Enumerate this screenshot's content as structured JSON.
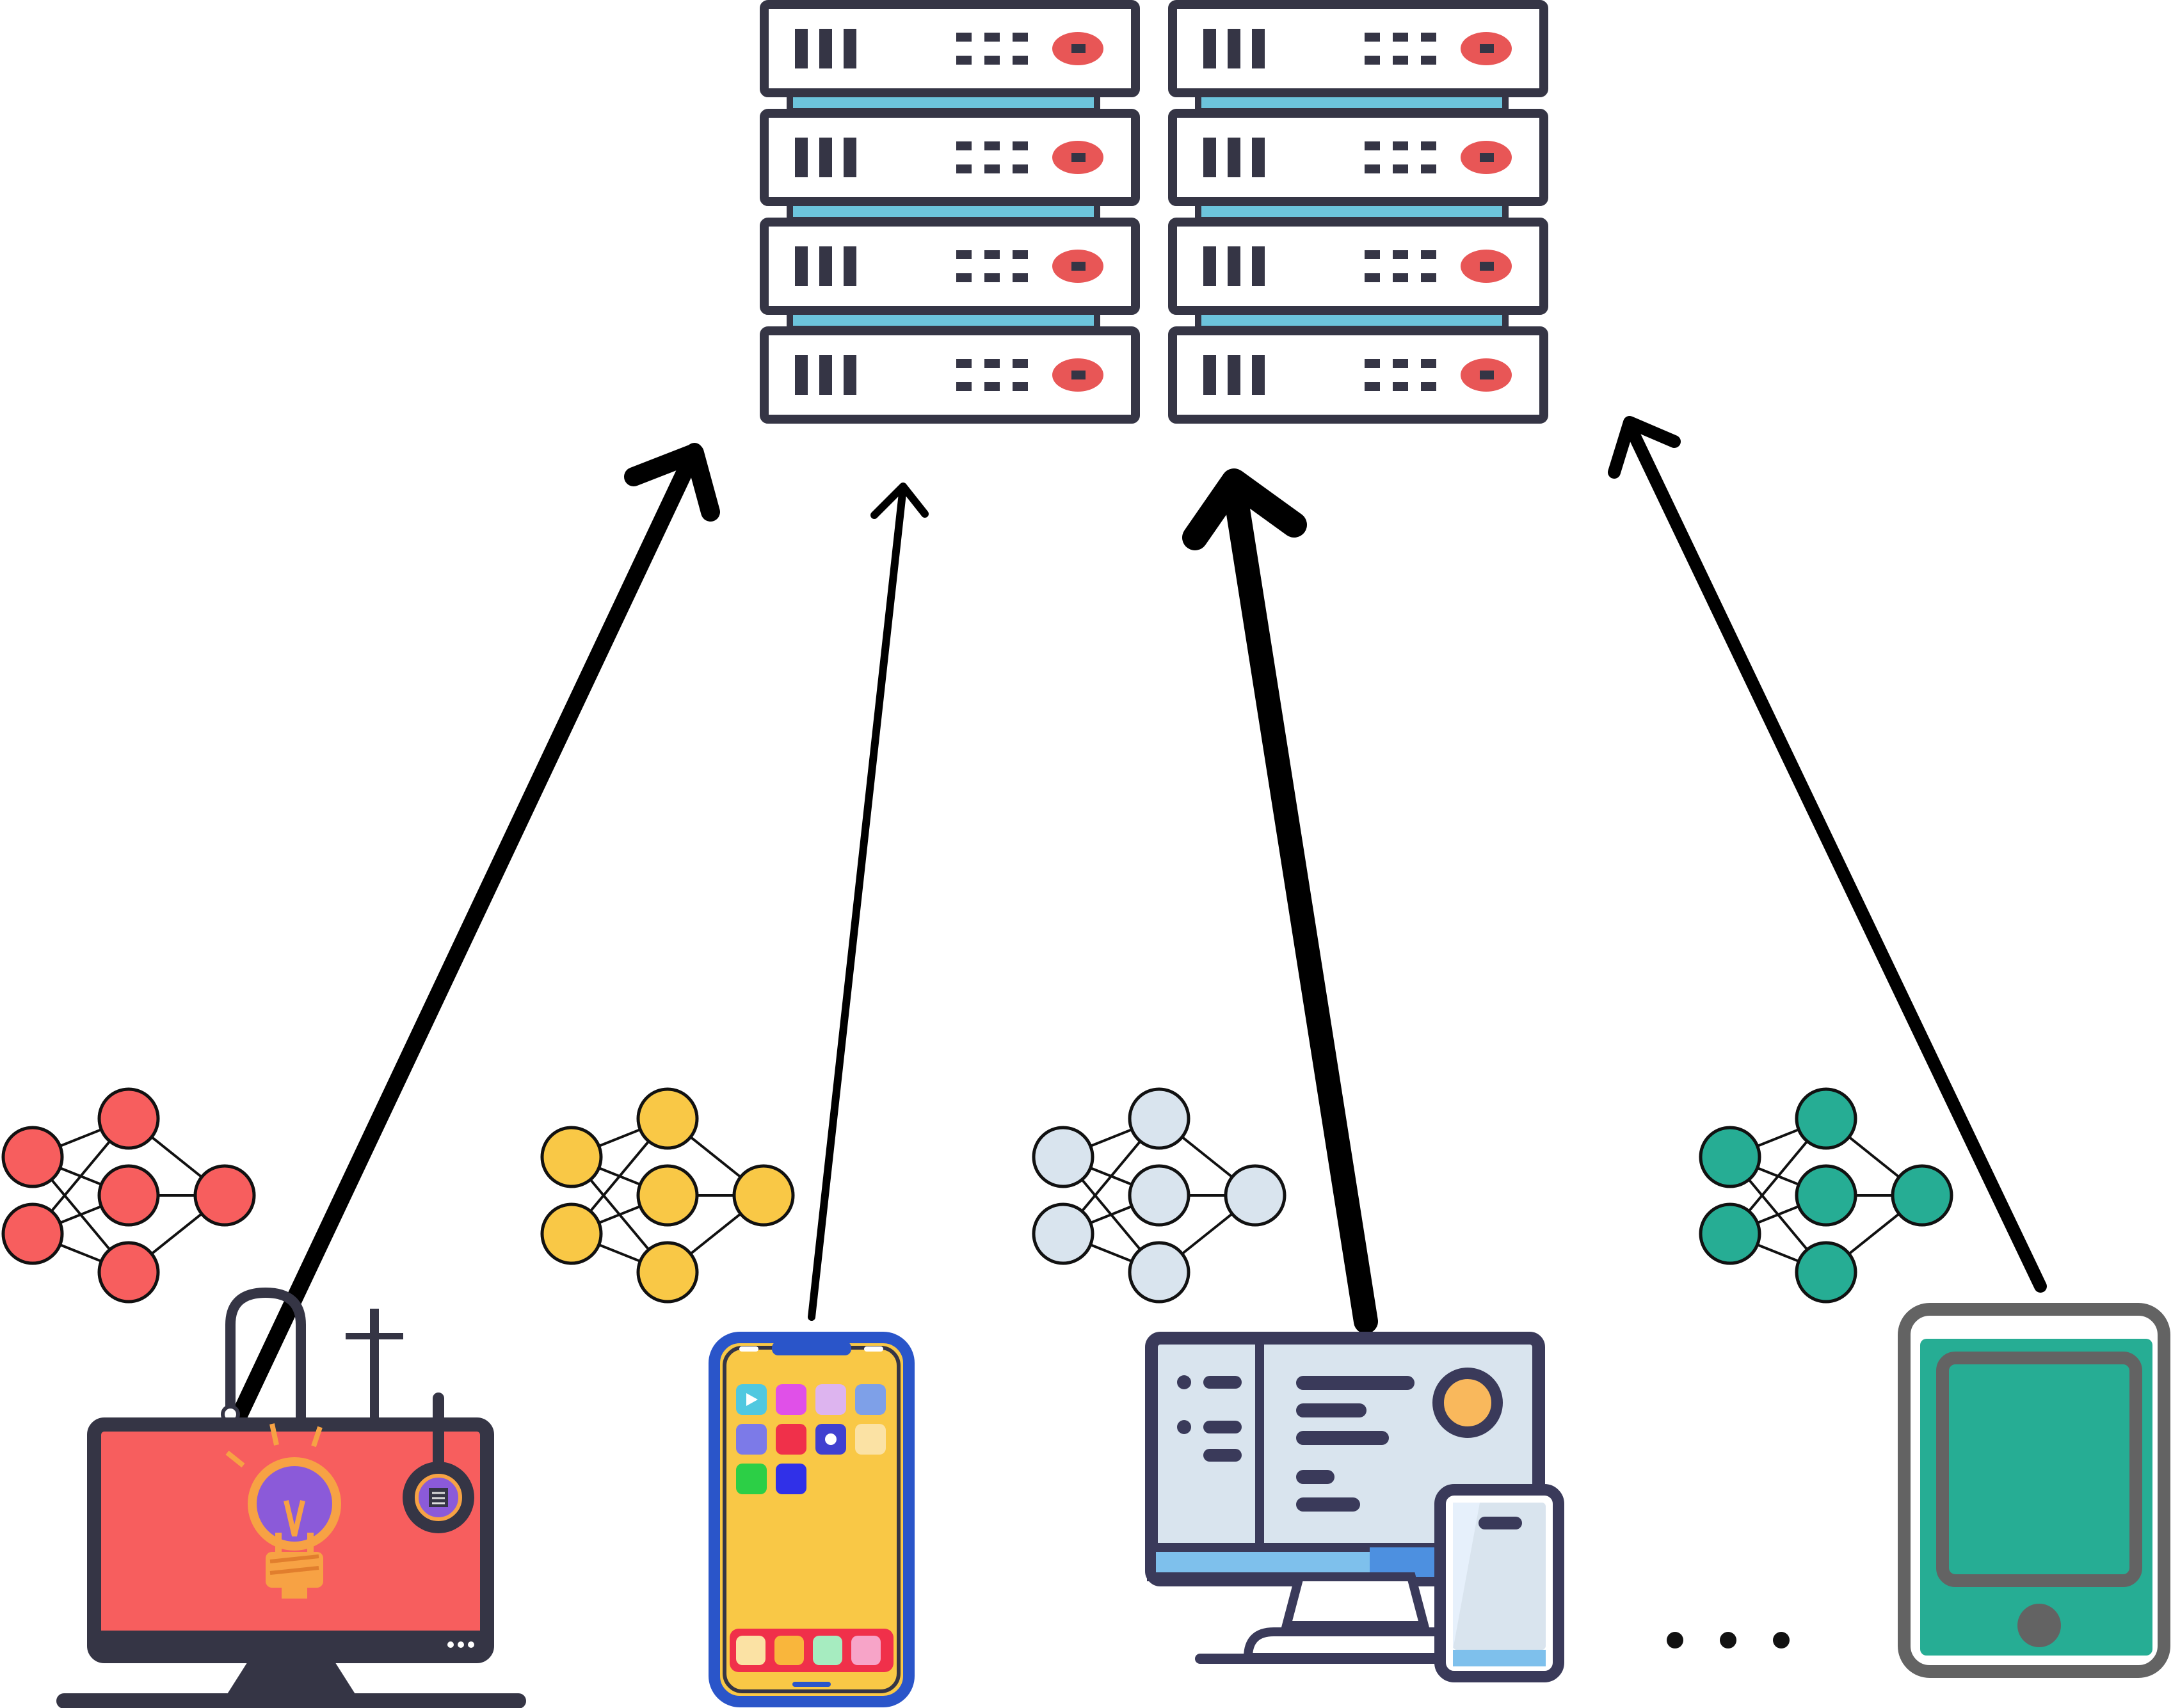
{
  "diagram": {
    "server": {
      "racks": 2,
      "units_per_rack": 4,
      "colors": {
        "frame": "#353545",
        "face": "#ffffff",
        "rail": "#6cc4dc",
        "indicator": "#e85656"
      }
    },
    "clients": [
      {
        "device": "laptop-screen-with-lightbulb-icon",
        "model_color": "#f75e5e",
        "arrow_weight": "thick"
      },
      {
        "device": "smartphone-icon",
        "model_color": "#f9c846",
        "arrow_weight": "thin"
      },
      {
        "device": "desktop-and-phone-icon",
        "model_color": "#d9e4ee",
        "arrow_weight": "thickest"
      },
      {
        "device": "tablet-icon",
        "model_color": "#26ad94",
        "arrow_weight": "medium"
      }
    ],
    "more_clients_indicator": "..."
  }
}
